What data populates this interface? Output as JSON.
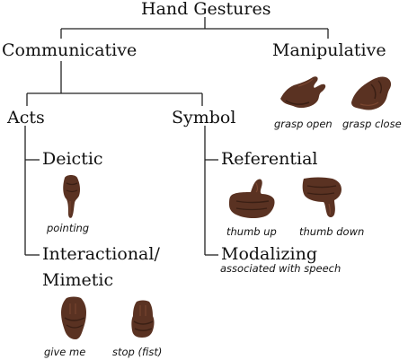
{
  "title": "Hand Gestures",
  "branches": {
    "communicative": {
      "label": "Communicative",
      "acts": {
        "label": "Acts",
        "deictic": {
          "label": "Deictic",
          "example": {
            "icon": "pointing-hand-icon",
            "caption": "pointing"
          }
        },
        "interactional": {
          "label_line1": "Interactional/",
          "label_line2": "Mimetic",
          "examples": [
            {
              "icon": "give-me-hand-icon",
              "caption": "give me"
            },
            {
              "icon": "fist-hand-icon",
              "caption": "stop (fist)"
            }
          ]
        }
      },
      "symbol": {
        "label": "Symbol",
        "referential": {
          "label": "Referential",
          "examples": [
            {
              "icon": "thumb-up-hand-icon",
              "caption": "thumb up"
            },
            {
              "icon": "thumb-down-hand-icon",
              "caption": "thumb down"
            }
          ]
        },
        "modalizing": {
          "label": "Modalizing",
          "caption": "associated with speech"
        }
      }
    },
    "manipulative": {
      "label": "Manipulative",
      "examples": [
        {
          "icon": "grasp-open-hand-icon",
          "caption": "grasp open"
        },
        {
          "icon": "grasp-close-hand-icon",
          "caption": "grasp close"
        }
      ]
    }
  },
  "colors": {
    "line": "#222222",
    "skin": "#5a3222",
    "skin_shadow": "#3a1f14",
    "skin_highlight": "#7a4630",
    "text": "#111111"
  }
}
